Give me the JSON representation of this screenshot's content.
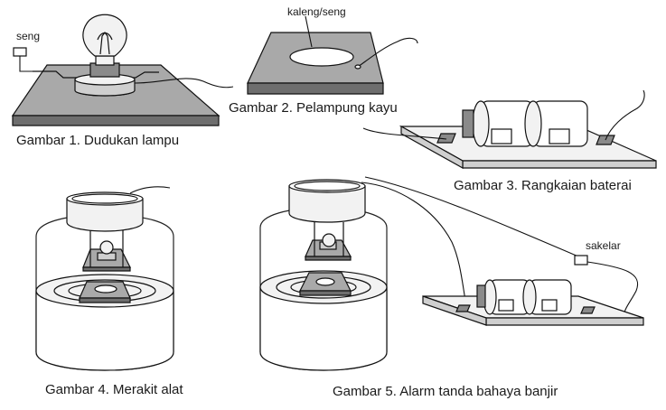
{
  "captions": {
    "fig1": "Gambar 1. Dudukan lampu",
    "fig2": "Gambar 2. Pelampung kayu",
    "fig3": "Gambar 3. Rangkaian baterai",
    "fig4": "Gambar 4. Merakit alat",
    "fig5": "Gambar 5. Alarm tanda bahaya banjir"
  },
  "labels": {
    "seng": "seng",
    "kaleng_seng": "kaleng/seng",
    "sakelar": "sakelar"
  },
  "icons": [
    "lamp-bulb-icon",
    "battery-icon",
    "switch-icon",
    "water-jar-icon"
  ]
}
